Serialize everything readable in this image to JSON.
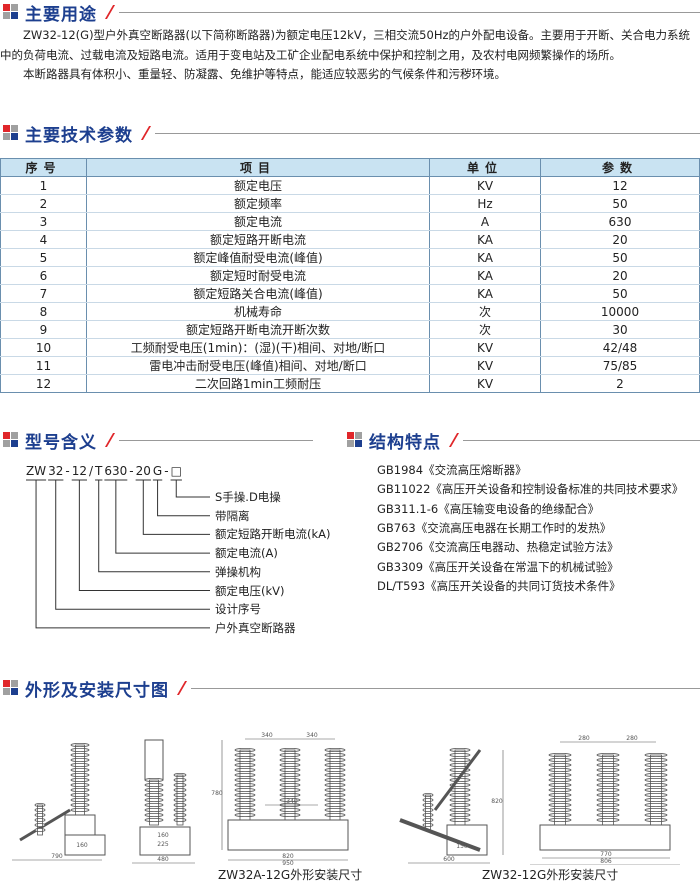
{
  "sections": {
    "usage_title": "主要用途",
    "params_title": "主要技术参数",
    "model_title": "型号含义",
    "structure_title": "结构特点",
    "dims_title": "外形及安装尺寸图"
  },
  "usage": {
    "p1": "ZW32-12(G)型户外真空断路器(以下简称断路器)为额定电压12kV，三相交流50Hz的户外配电设备。主要用于开断、关合电力系统中的负荷电流、过载电流及短路电流。适用于变电站及工矿企业配电系统中保护和控制之用，及农村电网频繁操作的场所。",
    "p2": "本断路器具有体积小、重量轻、防凝露、免维护等特点，能适应较恶劣的气候条件和污秽环境。"
  },
  "table": {
    "headers": [
      "序号",
      "项目",
      "单位",
      "参数"
    ],
    "rows": [
      [
        "1",
        "额定电压",
        "KV",
        "12"
      ],
      [
        "2",
        "额定频率",
        "Hz",
        "50"
      ],
      [
        "3",
        "额定电流",
        "A",
        "630"
      ],
      [
        "4",
        "额定短路开断电流",
        "KA",
        "20"
      ],
      [
        "5",
        "额定峰值耐受电流(峰值)",
        "KA",
        "50"
      ],
      [
        "6",
        "额定短时耐受电流",
        "KA",
        "20"
      ],
      [
        "7",
        "额定短路关合电流(峰值)",
        "KA",
        "50"
      ],
      [
        "8",
        "机械寿命",
        "次",
        "10000"
      ],
      [
        "9",
        "额定短路开断电流开断次数",
        "次",
        "30"
      ],
      [
        "10",
        "工频耐受电压(1min)：(湿)(干)相间、对地/断口",
        "KV",
        "42/48"
      ],
      [
        "11",
        "雷电冲击耐受电压(峰值)相间、对地/断口",
        "KV",
        "75/85"
      ],
      [
        "12",
        "二次回路1min工频耐压",
        "KV",
        "2"
      ]
    ]
  },
  "model": {
    "code_parts": [
      "ZW",
      "32",
      "-",
      "12",
      "/",
      "T",
      "630",
      "-",
      "20",
      "G",
      "-",
      "□"
    ],
    "labels": [
      "S手操.D电操",
      "带隔离",
      "额定短路开断电流(kA)",
      "额定电流(A)",
      "弹操机构",
      "额定电压(kV)",
      "设计序号",
      "户外真空断路器"
    ]
  },
  "standards": [
    "GB1984《交流高压熔断器》",
    "GB11022《高压开关设备和控制设备标准的共同技术要求》",
    "GB311.1-6《高压输变电设备的绝缘配合》",
    "GB763《交流高压电器在长期工作时的发热》",
    "GB2706《交流高压电器动、热稳定试验方法》",
    "GB3309《高压开关设备在常温下的机械试验》",
    "DL/T593《高压开关设备的共同订货技术条件》"
  ],
  "drawings": {
    "caption_a": "ZW32A-12G外形安装尺寸",
    "caption_b": "ZW32-12G外形安装尺寸",
    "dims_a": [
      "790",
      "160",
      "480",
      "225",
      "160",
      "340",
      "340",
      "780",
      "340",
      "820",
      "950"
    ],
    "dims_b": [
      "600",
      "150",
      "820",
      "280",
      "280",
      "770",
      "806"
    ]
  },
  "colors": {
    "accent_blue": "#1d3f8f",
    "accent_red": "#e0262a",
    "table_header": "#c9e3f2"
  }
}
